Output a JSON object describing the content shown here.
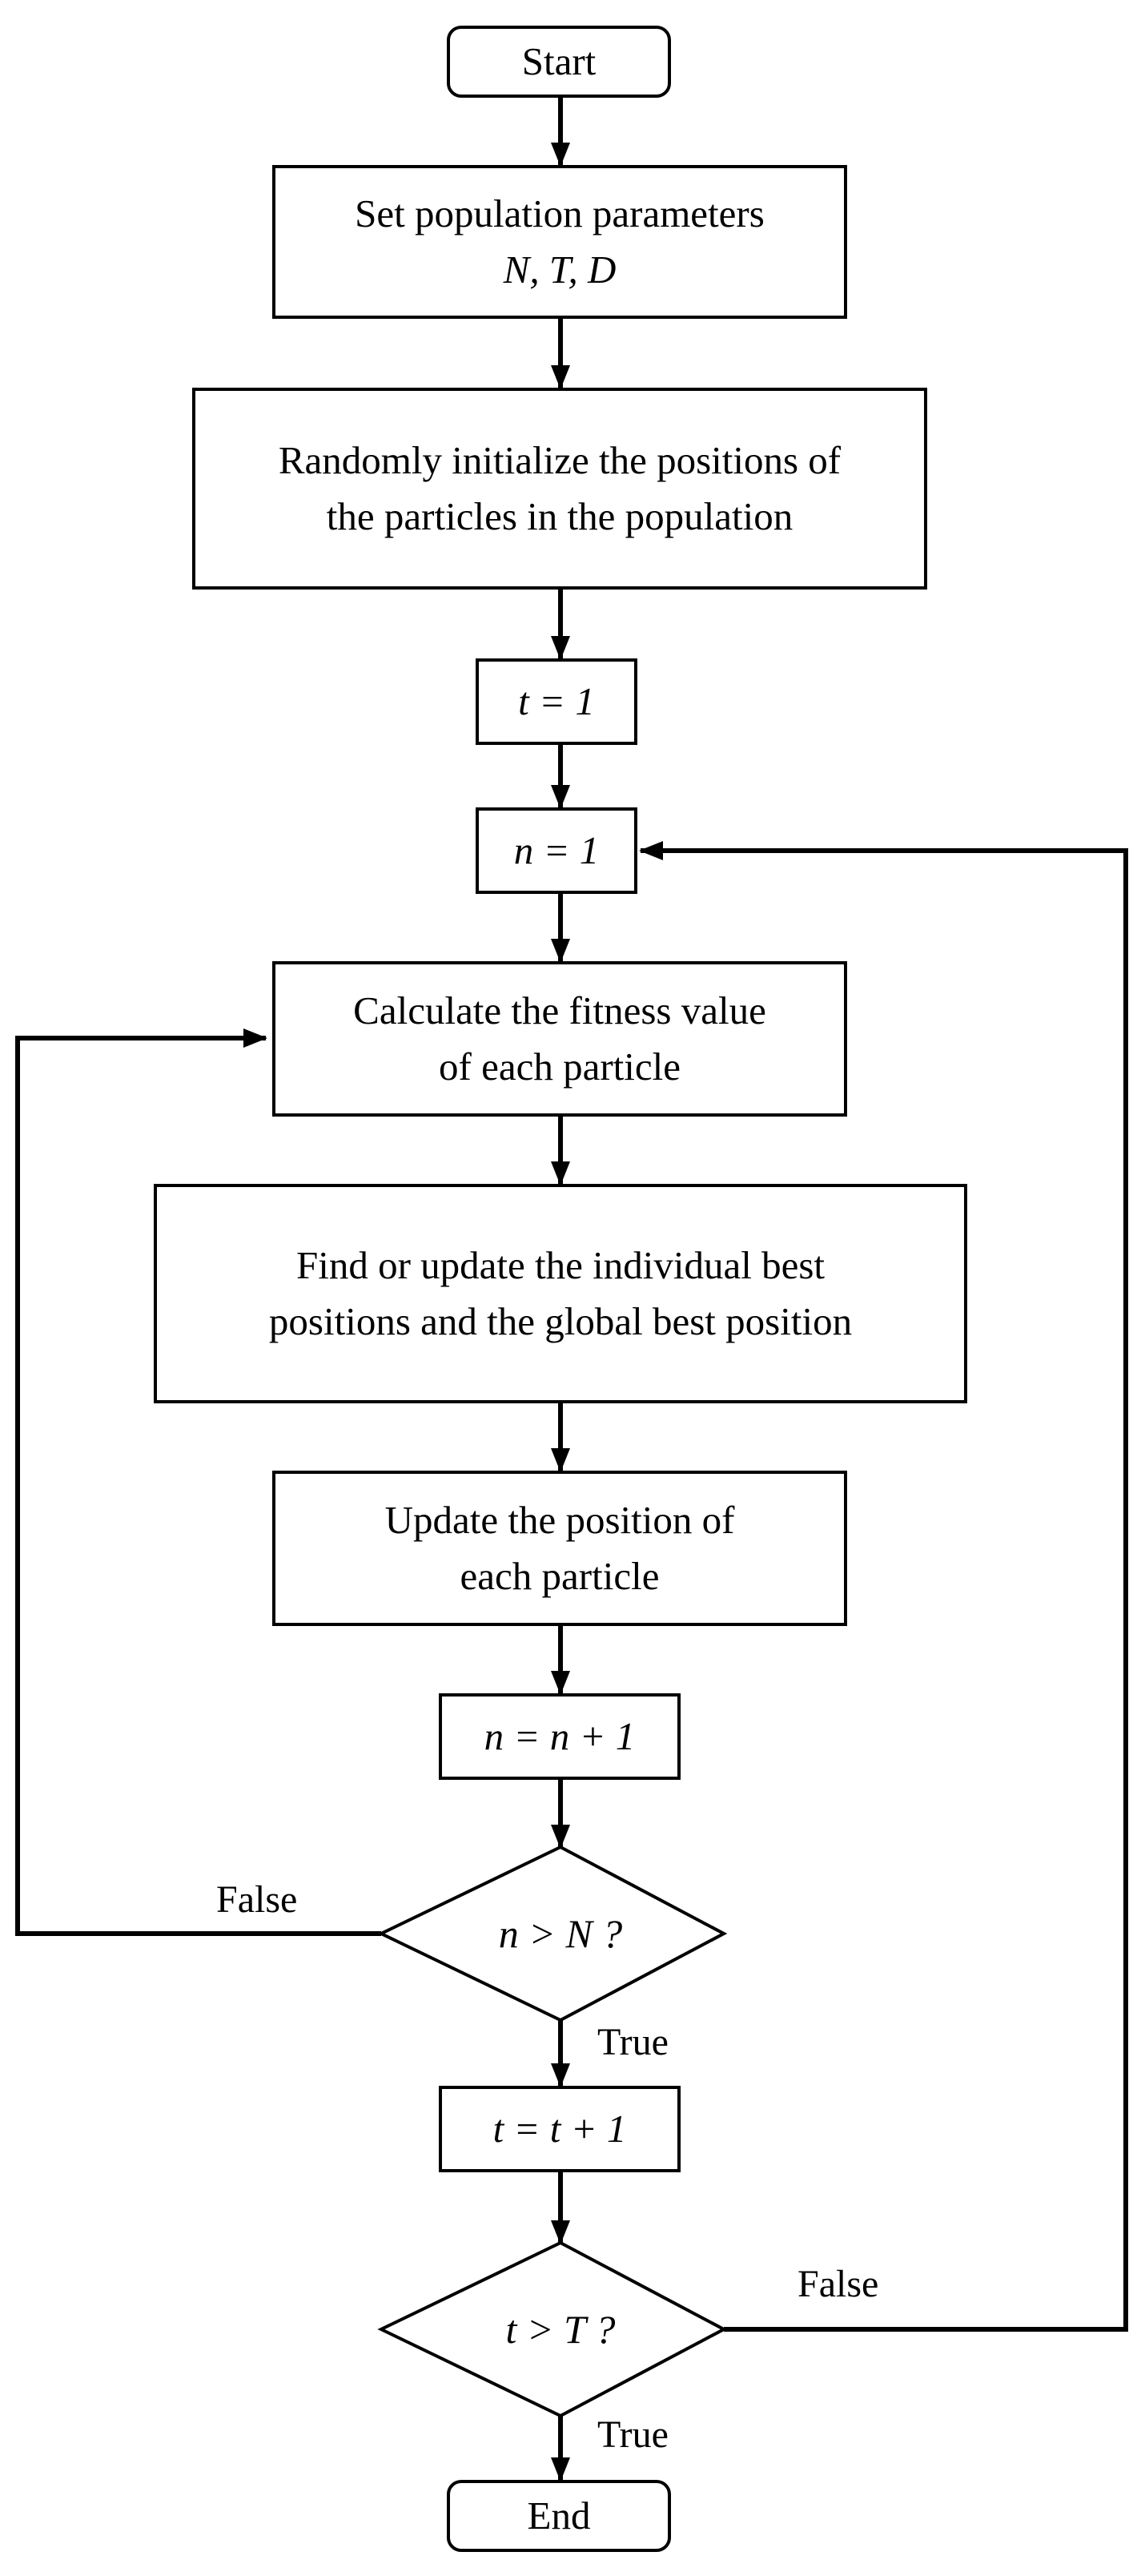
{
  "nodes": {
    "start": "Start",
    "set_params": {
      "line1": "Set population parameters",
      "line2": "N, T, D"
    },
    "init": {
      "line1": "Randomly initialize the positions of",
      "line2": "the particles in the population"
    },
    "t_init": "t = 1",
    "n_init": "n = 1",
    "fitness": {
      "line1": "Calculate the fitness value",
      "line2": "of each particle"
    },
    "best": {
      "line1": "Find or update the individual best",
      "line2": "positions and the global best position"
    },
    "update": {
      "line1": "Update the position of",
      "line2": "each particle"
    },
    "n_inc": "n = n + 1",
    "n_check": "n > N ?",
    "t_inc": "t = t + 1",
    "t_check": "t > T ?",
    "end": "End"
  },
  "edge_labels": {
    "n_check_false": "False",
    "n_check_true": "True",
    "t_check_false": "False",
    "t_check_true": "True"
  },
  "colors": {
    "line": "#000000",
    "background": "#ffffff"
  }
}
